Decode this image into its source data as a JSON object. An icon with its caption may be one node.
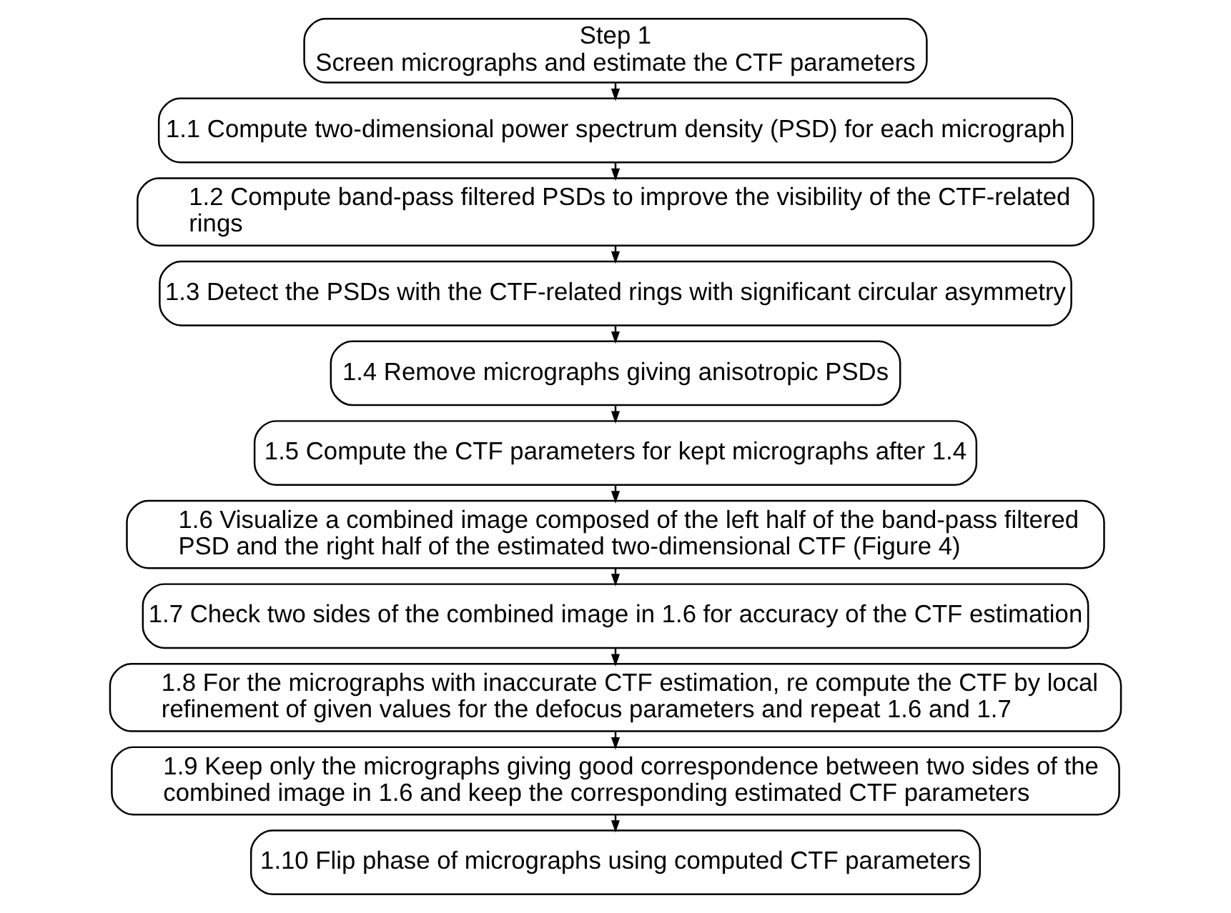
{
  "diagram": {
    "nodes": [
      {
        "text": [
          "Step 1",
          "Screen micrographs and estimate the CTF parameters"
        ]
      },
      {
        "text": [
          "1.1 Compute two-dimensional power spectrum density (PSD) for each micrograph"
        ]
      },
      {
        "text": [
          "1.2 Compute band-pass filtered PSDs to improve the visibility of the CTF-related rings"
        ]
      },
      {
        "text": [
          "1.3 Detect the PSDs with the CTF-related rings with significant circular asymmetry"
        ]
      },
      {
        "text": [
          "1.4 Remove micrographs giving anisotropic PSDs"
        ]
      },
      {
        "text": [
          "1.5 Compute the CTF parameters for kept micrographs after 1.4"
        ]
      },
      {
        "text": [
          "1.6 Visualize a combined image composed of the left half of the band-pass filtered PSD and the right half of the estimated two-dimensional CTF (Figure 4)"
        ]
      },
      {
        "text": [
          "1.7 Check two sides of the combined image in 1.6 for accuracy of the CTF estimation"
        ]
      },
      {
        "text": [
          "1.8 For the micrographs with inaccurate CTF estimation, re compute the CTF by local refinement of given values for the defocus parameters and repeat 1.6 and 1.7"
        ]
      },
      {
        "text": [
          "1.9 Keep only the micrographs giving good correspondence between two sides of the combined image in 1.6 and keep the corresponding estimated CTF parameters"
        ]
      },
      {
        "text": [
          "1.10 Flip phase of micrographs using computed CTF parameters"
        ]
      }
    ],
    "edges": [
      {
        "from": 0,
        "to": 1,
        "arrow": "to"
      },
      {
        "from": 1,
        "to": 2,
        "arrow": "to"
      },
      {
        "from": 2,
        "to": 3,
        "arrow": "to"
      },
      {
        "from": 3,
        "to": 4,
        "arrow": "to"
      },
      {
        "from": 4,
        "to": 5,
        "arrow": "to"
      },
      {
        "from": 5,
        "to": 6,
        "arrow": "to"
      },
      {
        "from": 6,
        "to": 7,
        "arrow": "to"
      },
      {
        "from": 7,
        "to": 8,
        "arrow": "to"
      },
      {
        "from": 8,
        "to": 9,
        "arrow": "to"
      },
      {
        "from": 9,
        "to": 10,
        "arrow": "to"
      }
    ]
  }
}
